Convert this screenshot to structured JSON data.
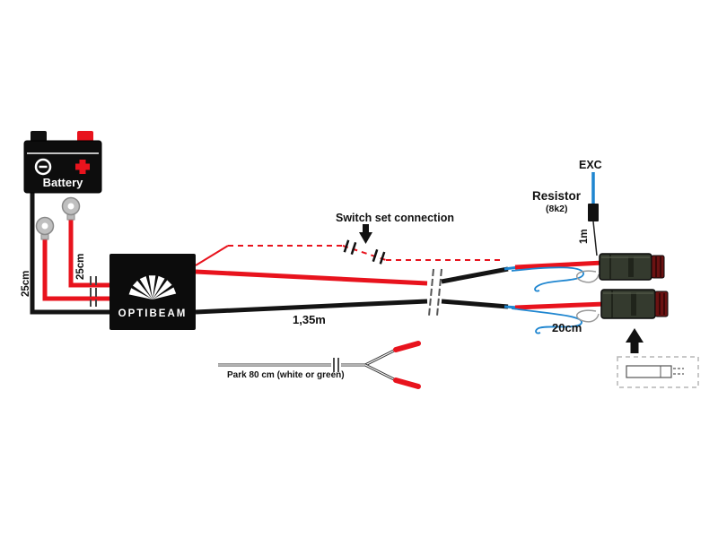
{
  "diagram": {
    "brand": "OPTIBEAM",
    "battery": {
      "label": "Battery"
    },
    "labels": {
      "wire_neg_length": "25cm",
      "wire_pos_length": "25cm",
      "main_length": "1,35m",
      "branch_length": "20cm",
      "resistor_lead_length": "1m",
      "switch": "Switch set connection",
      "resistor": "Resistor",
      "resistor_value": "(8k2)",
      "exc": "EXC",
      "park": "Park 80 cm (white or green)"
    },
    "colors": {
      "wire_red": "#e8131d",
      "wire_black": "#141414",
      "wire_blue": "#1f86d0",
      "connector_body": "#343a2e",
      "connector_seal": "#6b1212"
    }
  }
}
